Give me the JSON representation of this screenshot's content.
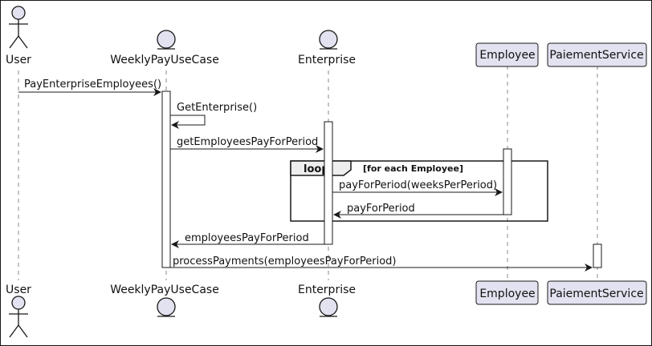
{
  "participants": {
    "user": {
      "label": "User",
      "kind": "actor"
    },
    "usecase": {
      "label": "WeeklyPayUseCase",
      "kind": "entity"
    },
    "enterprise": {
      "label": "Enterprise",
      "kind": "entity"
    },
    "employee": {
      "label": "Employee",
      "kind": "participant"
    },
    "paiement": {
      "label": "PaiementService",
      "kind": "participant"
    }
  },
  "messages": [
    {
      "id": "m1",
      "text": "PayEnterpriseEmployees()",
      "from": "user",
      "to": "usecase"
    },
    {
      "id": "m2",
      "text": "GetEnterprise()",
      "from": "usecase",
      "to": "usecase"
    },
    {
      "id": "m3",
      "text": "getEmployeesPayForPeriod",
      "from": "usecase",
      "to": "enterprise"
    },
    {
      "id": "m4",
      "text": "payForPeriod(weeksPerPeriod)",
      "from": "enterprise",
      "to": "employee"
    },
    {
      "id": "m5",
      "text": "payForPeriod",
      "from": "employee",
      "to": "enterprise"
    },
    {
      "id": "m6",
      "text": "employeesPayForPeriod",
      "from": "enterprise",
      "to": "usecase"
    },
    {
      "id": "m7",
      "text": "processPayments(employeesPayForPeriod)",
      "from": "usecase",
      "to": "paiement"
    }
  ],
  "loop": {
    "label": "loop",
    "condition": "[for each Employee]"
  },
  "colors": {
    "participant_fill": "#E2E2F0",
    "participant_border": "#181818",
    "line": "#181818",
    "lifeline": "#888888",
    "activation_fill": "#ffffff",
    "loop_header_fill": "#EEEEEE"
  }
}
